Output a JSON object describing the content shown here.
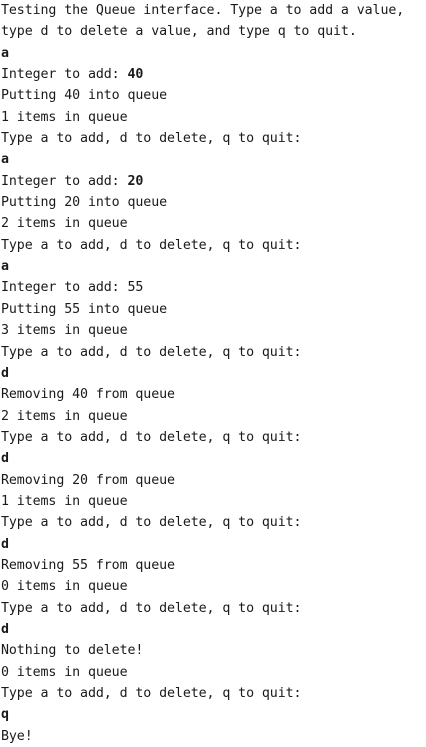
{
  "console": {
    "lines": [
      {
        "text": "Testing the Queue interface. Type a to add a value,"
      },
      {
        "text": "type d to delete a value, and type q to quit."
      },
      {
        "text": "a",
        "input": true
      },
      {
        "prompt": "Integer to add: ",
        "value": "40",
        "value_bold": true
      },
      {
        "text": "Putting 40 into queue"
      },
      {
        "text": "1 items in queue"
      },
      {
        "text": "Type a to add, d to delete, q to quit:"
      },
      {
        "text": "a",
        "input": true
      },
      {
        "prompt": "Integer to add: ",
        "value": "20",
        "value_bold": true
      },
      {
        "text": "Putting 20 into queue"
      },
      {
        "text": "2 items in queue"
      },
      {
        "text": "Type a to add, d to delete, q to quit:"
      },
      {
        "text": "a",
        "input": true
      },
      {
        "prompt": "Integer to add: ",
        "value": "55",
        "value_bold": false
      },
      {
        "text": "Putting 55 into queue"
      },
      {
        "text": "3 items in queue"
      },
      {
        "text": "Type a to add, d to delete, q to quit:"
      },
      {
        "text": "d",
        "input": true
      },
      {
        "text": "Removing 40 from queue"
      },
      {
        "text": "2 items in queue"
      },
      {
        "text": "Type a to add, d to delete, q to quit:"
      },
      {
        "text": "d",
        "input": true
      },
      {
        "text": "Removing 20 from queue"
      },
      {
        "text": "1 items in queue"
      },
      {
        "text": "Type a to add, d to delete, q to quit:"
      },
      {
        "text": "d",
        "input": true
      },
      {
        "text": "Removing 55 from queue"
      },
      {
        "text": "0 items in queue"
      },
      {
        "text": "Type a to add, d to delete, q to quit:"
      },
      {
        "text": "d",
        "input": true
      },
      {
        "text": "Nothing to delete!"
      },
      {
        "text": "0 items in queue"
      },
      {
        "text": "Type a to add, d to delete, q to quit:"
      },
      {
        "text": "q",
        "input": true
      },
      {
        "text": "Bye!"
      }
    ]
  }
}
